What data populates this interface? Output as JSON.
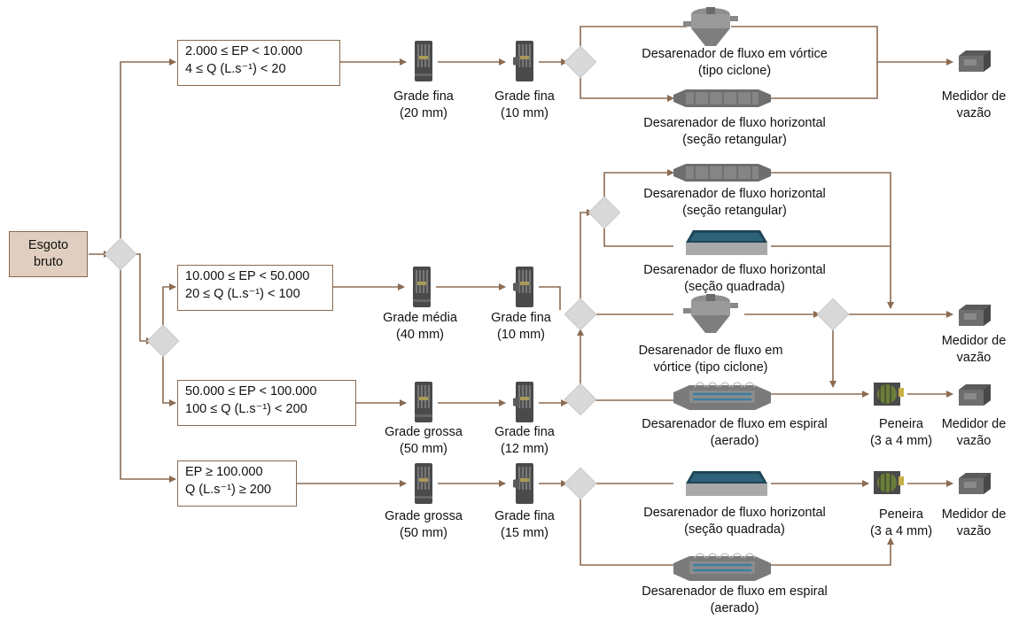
{
  "start": {
    "line1": "Esgoto",
    "line2": "bruto"
  },
  "conditions": [
    {
      "line1": "2.000 ≤ EP < 10.000",
      "line2": "4 ≤ Q (L.s⁻¹) < 20"
    },
    {
      "line1": "10.000 ≤ EP < 50.000",
      "line2": "20 ≤ Q (L.s⁻¹) < 100"
    },
    {
      "line1": "50.000 ≤ EP < 100.000",
      "line2": "100 ≤ Q (L.s⁻¹) < 200"
    },
    {
      "line1": "EP ≥ 100.000",
      "line2": "Q (L.s⁻¹) ≥ 200"
    }
  ],
  "labels": {
    "r1_grade_a": [
      "Grade fina",
      "(20 mm)"
    ],
    "r1_grade_b": [
      "Grade fina",
      "(10 mm)"
    ],
    "r1_vortex": [
      "Desarenador de fluxo em vórtice",
      "(tipo ciclone)"
    ],
    "r1_horiz_rect": [
      "Desarenador de fluxo horizontal",
      "(seção retangular)"
    ],
    "r1_meter": [
      "Medidor de",
      "vazão"
    ],
    "r2_horiz_rect": [
      "Desarenador de fluxo horizontal",
      "(seção retangular)"
    ],
    "r2_horiz_sq": [
      "Desarenador de fluxo horizontal",
      "(seção quadrada)"
    ],
    "r2_grade_a": [
      "Grade média",
      "(40 mm)"
    ],
    "r2_grade_b": [
      "Grade fina",
      "(10 mm)"
    ],
    "r2_vortex": [
      "Desarenador de fluxo em",
      "vórtice (tipo ciclone)"
    ],
    "r2_meter": [
      "Medidor de",
      "vazão"
    ],
    "r3_grade_a": [
      "Grade grossa",
      "(50 mm)"
    ],
    "r3_grade_b": [
      "Grade fina",
      "(12 mm)"
    ],
    "r3_spiral": [
      "Desarenador de fluxo em espiral",
      "(aerado)"
    ],
    "r3_sieve": [
      "Peneira",
      "(3 a 4 mm)"
    ],
    "r3_meter": [
      "Medidor de",
      "vazão"
    ],
    "r4_grade_a": [
      "Grade grossa",
      "(50 mm)"
    ],
    "r4_grade_b": [
      "Grade fina",
      "(15 mm)"
    ],
    "r4_horiz_sq": [
      "Desarenador de fluxo horizontal",
      "(seção quadrada)"
    ],
    "r4_sieve": [
      "Peneira",
      "(3 a 4 mm)"
    ],
    "r4_meter": [
      "Medidor de",
      "vazão"
    ],
    "r4_spiral": [
      "Desarenador de fluxo em espiral",
      "(aerado)"
    ]
  },
  "colors": {
    "edge": "#8b6b52",
    "decision": "#d9d9d9",
    "start_fill": "#e0cfc0"
  }
}
